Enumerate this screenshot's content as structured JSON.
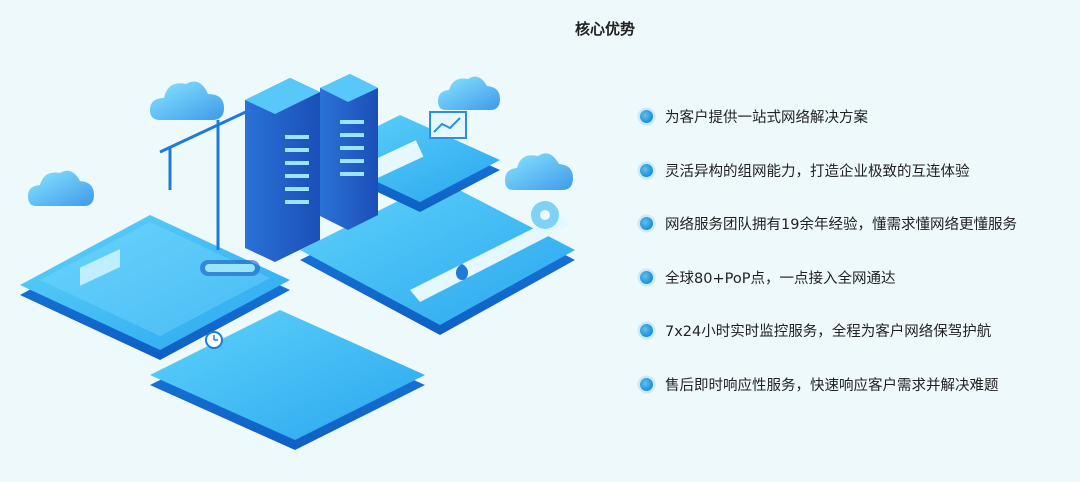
{
  "section": {
    "title": "核心优势"
  },
  "advantages": [
    {
      "text": "为客户提供一站式网络解决方案"
    },
    {
      "text": "灵活异构的组网能力，打造企业极致的互连体验"
    },
    {
      "text": "网络服务团队拥有19余年经验，懂需求懂网络更懂服务"
    },
    {
      "text": "全球80+PoP点，一点接入全网通达"
    },
    {
      "text": "7x24小时实时监控服务，全程为客户网络保驾护航"
    },
    {
      "text": "售后即时响应性服务，快速响应客户需求并解决难题"
    }
  ],
  "colors": {
    "background": "#eef9fc",
    "accent": "#1b8fd8",
    "platform": "#29aef0",
    "platform_dark": "#1478d4"
  },
  "illustration": {
    "icons": [
      "cloud-icon",
      "server-tower-icon",
      "crane-icon",
      "gear-icon",
      "clock-icon",
      "location-pin-icon",
      "monitor-icon"
    ]
  }
}
